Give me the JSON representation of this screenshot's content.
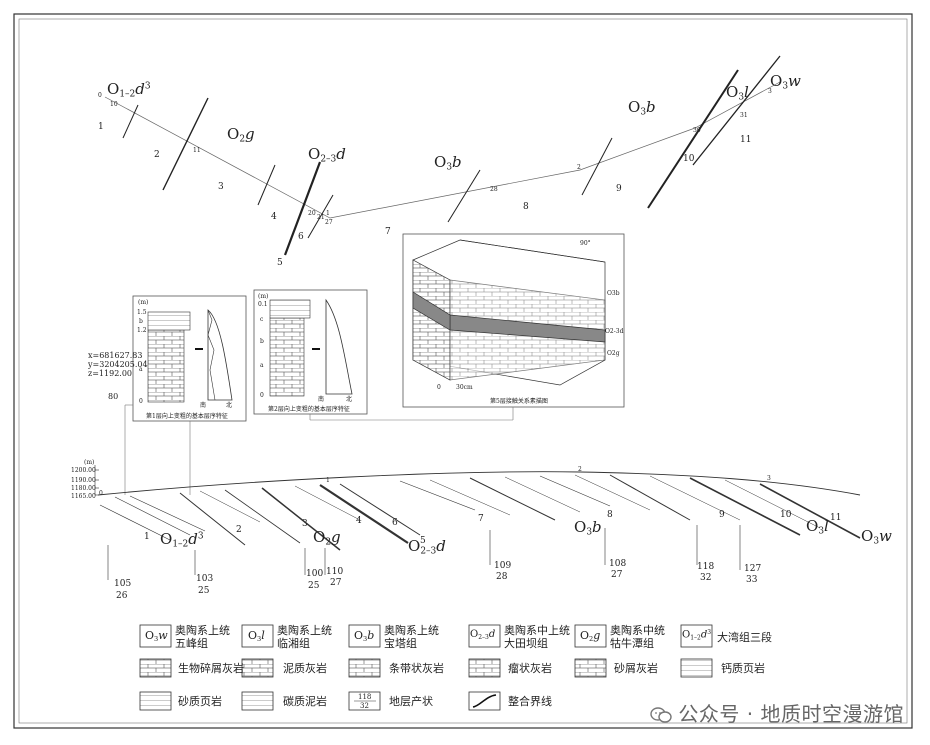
{
  "top_profile": {
    "unit_labels": [
      {
        "id": "o12d3",
        "html": "O<sub>1–2</sub><i>d</i><sup>3</sup>"
      },
      {
        "id": "o2g",
        "html": "O<sub>2</sub><i>g</i>"
      },
      {
        "id": "o23d",
        "html": "O<sub>2–3</sub><i>d</i>"
      },
      {
        "id": "o3b_a",
        "html": "O<sub>3</sub><i>b</i>"
      },
      {
        "id": "o3b_b",
        "html": "O<sub>3</sub><i>b</i>"
      },
      {
        "id": "o3l",
        "html": "O<sub>3</sub><i>l</i>"
      },
      {
        "id": "o3w",
        "html": "O<sub>3</sub><i>w</i>"
      }
    ],
    "bed_numbers": [
      "1",
      "2",
      "3",
      "4",
      "5",
      "6",
      "7",
      "8",
      "9",
      "10",
      "11"
    ],
    "station_ticks": [
      "0",
      "1",
      "2",
      "3",
      "10",
      "11",
      "20",
      "21",
      "27",
      "28",
      "30",
      "31"
    ]
  },
  "column1": {
    "axis_unit": "(m)",
    "axis_ticks": [
      "1.5",
      "b",
      "1.2",
      "a",
      "0"
    ],
    "marker": "▬",
    "bottom_labels": [
      "南",
      "北"
    ],
    "caption": "第1层向上变粗的基本层序特征"
  },
  "column2": {
    "axis_unit": "(m)",
    "axis_ticks": [
      "0.1",
      "c",
      "b",
      "a",
      "0"
    ],
    "marker": "▬",
    "bottom_labels": [
      "南",
      "北"
    ],
    "caption": "第2层向上变粗的基本层序特征"
  },
  "block_diagram": {
    "dip_label": "90°",
    "labels": [
      "O3b",
      "O2-3d",
      "O2g"
    ],
    "scale_labels": [
      "0",
      "30cm"
    ],
    "caption": "第5层接触关系素描图"
  },
  "coordinates": {
    "x": "x=681627.83",
    "y": "y=3204205.04",
    "z": "z=1192.00"
  },
  "azimuth_label": "80",
  "section": {
    "elev_unit": "(m)",
    "elev_ticks": [
      "1200.00",
      "1190.00",
      "1180.00",
      "1165.00"
    ],
    "elev_zero": "0",
    "top_ticks": [
      "1",
      "2",
      "3"
    ],
    "bed_numbers": [
      "1",
      "2",
      "3",
      "4",
      "5",
      "6",
      "7",
      "8",
      "9",
      "10",
      "11"
    ],
    "unit_labels": [
      "O1-2d3",
      "O2g",
      "O2-3d",
      "O3b",
      "O3l",
      "O3w"
    ],
    "attitudes": [
      {
        "dir": "105",
        "dip": "26"
      },
      {
        "dir": "103",
        "dip": "25"
      },
      {
        "dir": "100",
        "dip": "25"
      },
      {
        "dir": "110",
        "dip": "27"
      },
      {
        "dir": "109",
        "dip": "28"
      },
      {
        "dir": "108",
        "dip": "27"
      },
      {
        "dir": "118",
        "dip": "32"
      },
      {
        "dir": "127",
        "dip": "33"
      }
    ]
  },
  "legend": {
    "row1": [
      {
        "sym": "O3w",
        "label": "奥陶系上统\n五峰组"
      },
      {
        "sym": "O3l",
        "label": "奥陶系上统\n临湘组"
      },
      {
        "sym": "O3b",
        "label": "奥陶系上统\n宝塔组"
      },
      {
        "sym": "O2-3d",
        "label": "奥陶系中上统\n大田坝组"
      },
      {
        "sym": "O2g",
        "label": "奥陶系中统\n牯牛潭组"
      },
      {
        "sym": "O1-2d3",
        "label": "大湾组三段"
      }
    ],
    "row2": [
      {
        "label": "生物碎屑灰岩"
      },
      {
        "label": "泥质灰岩"
      },
      {
        "label": "条带状灰岩"
      },
      {
        "label": "瘤状灰岩"
      },
      {
        "label": "砂屑灰岩"
      },
      {
        "label": "钙质页岩"
      }
    ],
    "row3": [
      {
        "label": "砂质页岩"
      },
      {
        "label": "碳质泥岩"
      },
      {
        "label": "地层产状",
        "sym_top": "118",
        "sym_bot": "32"
      },
      {
        "label": "整合界线"
      }
    ]
  },
  "watermark": "公众号 · 地质时空漫游馆"
}
